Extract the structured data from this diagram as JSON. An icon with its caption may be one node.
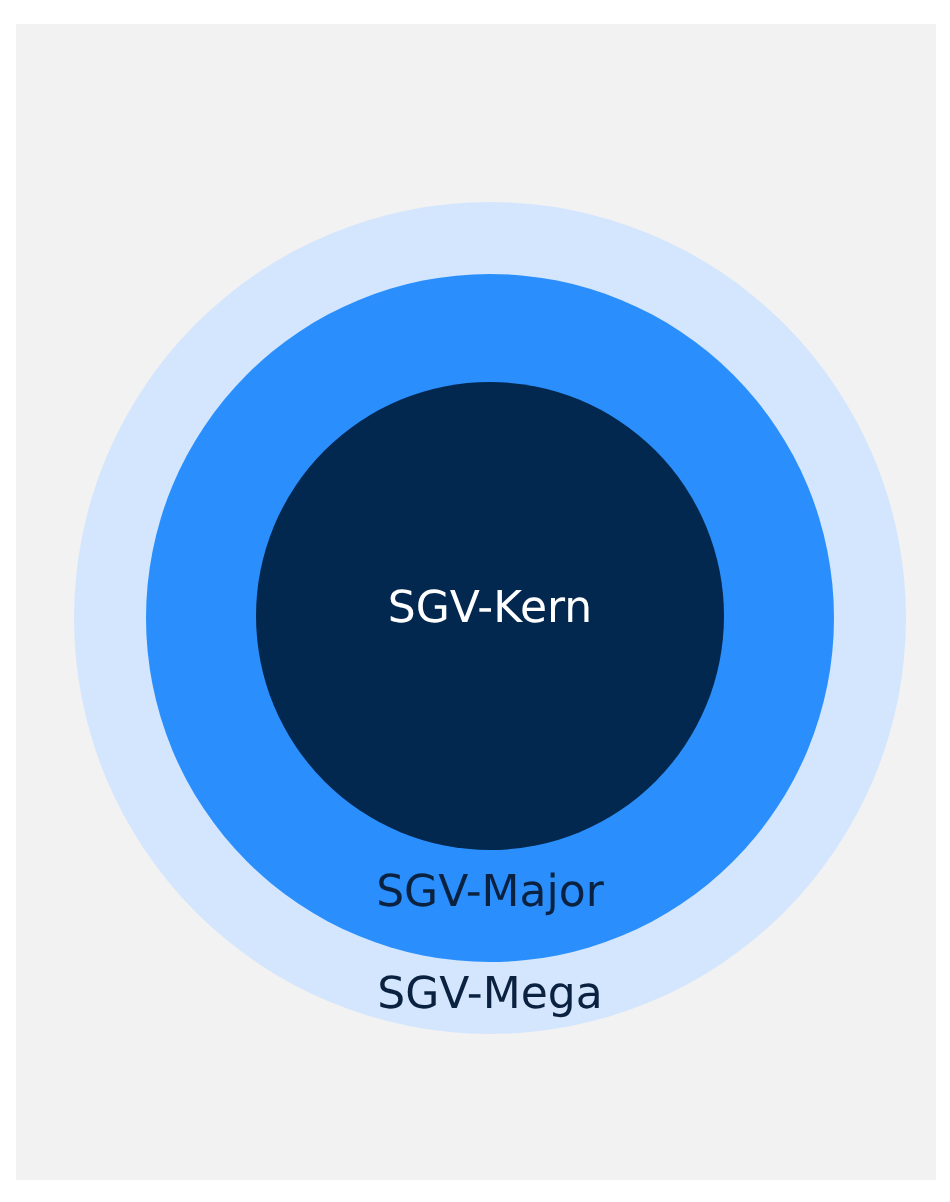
{
  "diagram": {
    "nodes": [
      {
        "text": [
          "SGV-Mega"
        ]
      },
      {
        "text": [
          "SGV-Major"
        ],
        "in": 0
      },
      {
        "text": [
          "SGV-Kern"
        ],
        "in": 1
      }
    ]
  }
}
